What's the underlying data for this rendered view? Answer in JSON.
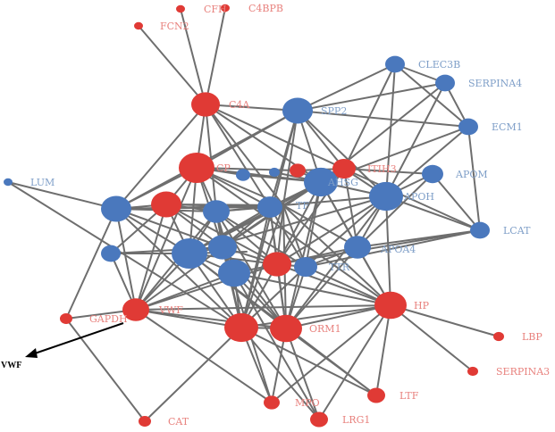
{
  "colors": {
    "up": "#e03a35",
    "down": "#4a78bd",
    "up_label": "#e8827e",
    "down_label": "#7f9fc8",
    "edge": "#6e6e6e"
  },
  "nodes": [
    {
      "id": "CFH",
      "label": "CFH",
      "group": "up"
    },
    {
      "id": "C4BPB",
      "label": "C4BPB",
      "group": "up"
    },
    {
      "id": "FCN2",
      "label": "FCN2",
      "group": "up"
    },
    {
      "id": "C4A",
      "label": "C4A",
      "group": "up"
    },
    {
      "id": "CLEC3B",
      "label": "CLEC3B",
      "group": "down"
    },
    {
      "id": "SERPINA4",
      "label": "SERPINA4",
      "group": "down"
    },
    {
      "id": "SPP2",
      "label": "SPP2",
      "group": "down"
    },
    {
      "id": "ECM1",
      "label": "ECM1",
      "group": "down"
    },
    {
      "id": "LUM",
      "label": "LUM",
      "group": "down"
    },
    {
      "id": "CP",
      "label": "CP",
      "group": "up"
    },
    {
      "id": "n_small1",
      "label": "",
      "group": "down"
    },
    {
      "id": "n_small2",
      "label": "",
      "group": "down"
    },
    {
      "id": "n_red_small",
      "label": "",
      "group": "up"
    },
    {
      "id": "ITIH3",
      "label": "ITIH3",
      "group": "up"
    },
    {
      "id": "AHSG",
      "label": "AHSG",
      "group": "down"
    },
    {
      "id": "APOM",
      "label": "APOM",
      "group": "down"
    },
    {
      "id": "APOH",
      "label": "APOH",
      "group": "down"
    },
    {
      "id": "LCAT",
      "label": "LCAT",
      "group": "down"
    },
    {
      "id": "n_left_blue",
      "label": "",
      "group": "down"
    },
    {
      "id": "n_red_left",
      "label": "",
      "group": "up"
    },
    {
      "id": "n_blue_b",
      "label": "",
      "group": "down"
    },
    {
      "id": "n_blue_c",
      "label": "",
      "group": "down"
    },
    {
      "id": "TF",
      "label": "TF",
      "group": "down"
    },
    {
      "id": "n_blue_e",
      "label": "",
      "group": "down"
    },
    {
      "id": "n_blue_f",
      "label": "",
      "group": "down"
    },
    {
      "id": "n_blue_g",
      "label": "",
      "group": "down"
    },
    {
      "id": "n_blue_h",
      "label": "",
      "group": "down"
    },
    {
      "id": "APOA4",
      "label": "APOA4",
      "group": "down"
    },
    {
      "id": "n_red_mid",
      "label": "",
      "group": "up"
    },
    {
      "id": "TTR",
      "label": "TTR",
      "group": "down"
    },
    {
      "id": "n_blue_i",
      "label": "",
      "group": "down"
    },
    {
      "id": "GAPDH",
      "label": "GAPDH",
      "group": "up"
    },
    {
      "id": "VWF",
      "label": "VWF",
      "group": "up"
    },
    {
      "id": "HP",
      "label": "HP",
      "group": "up"
    },
    {
      "id": "n_red_big1",
      "label": "",
      "group": "up"
    },
    {
      "id": "ORM1",
      "label": "ORM1",
      "group": "up"
    },
    {
      "id": "LBP",
      "label": "LBP",
      "group": "up"
    },
    {
      "id": "SERPINA3",
      "label": "SERPINA3",
      "group": "up"
    },
    {
      "id": "LTF",
      "label": "LTF",
      "group": "up"
    },
    {
      "id": "MPO",
      "label": "MPO",
      "group": "up"
    },
    {
      "id": "LRG1",
      "label": "LRG1",
      "group": "up"
    },
    {
      "id": "CAT",
      "label": "CAT",
      "group": "up"
    }
  ],
  "edges": [
    [
      "CFH",
      "C4A"
    ],
    [
      "C4BPB",
      "C4A"
    ],
    [
      "FCN2",
      "C4A"
    ],
    [
      "C4A",
      "SPP2"
    ],
    [
      "C4A",
      "CP"
    ],
    [
      "C4A",
      "n_left_blue"
    ],
    [
      "C4A",
      "n_blue_b"
    ],
    [
      "C4A",
      "AHSG"
    ],
    [
      "C4A",
      "n_blue_c"
    ],
    [
      "C4A",
      "TF"
    ],
    [
      "C4A",
      "ITIH3"
    ],
    [
      "CLEC3B",
      "SERPINA4"
    ],
    [
      "CLEC3B",
      "SPP2"
    ],
    [
      "CLEC3B",
      "ECM1"
    ],
    [
      "CLEC3B",
      "ITIH3"
    ],
    [
      "CLEC3B",
      "APOH"
    ],
    [
      "SERPINA4",
      "SPP2"
    ],
    [
      "SERPINA4",
      "ECM1"
    ],
    [
      "SERPINA4",
      "APOH"
    ],
    [
      "SERPINA4",
      "AHSG"
    ],
    [
      "ECM1",
      "SPP2"
    ],
    [
      "ECM1",
      "APOH"
    ],
    [
      "ECM1",
      "LCAT"
    ],
    [
      "ECM1",
      "AHSG"
    ],
    [
      "SPP2",
      "CP"
    ],
    [
      "SPP2",
      "AHSG"
    ],
    [
      "SPP2",
      "ITIH3"
    ],
    [
      "SPP2",
      "n_left_blue"
    ],
    [
      "SPP2",
      "n_blue_c"
    ],
    [
      "SPP2",
      "TF"
    ],
    [
      "SPP2",
      "APOH"
    ],
    [
      "SPP2",
      "n_red_big1"
    ],
    [
      "LUM",
      "n_left_blue"
    ],
    [
      "LUM",
      "n_red_big1"
    ],
    [
      "CP",
      "n_left_blue"
    ],
    [
      "CP",
      "n_red_left"
    ],
    [
      "CP",
      "n_blue_b"
    ],
    [
      "CP",
      "n_blue_c"
    ],
    [
      "CP",
      "TF"
    ],
    [
      "CP",
      "AHSG"
    ],
    [
      "CP",
      "n_small1"
    ],
    [
      "CP",
      "n_red_small"
    ],
    [
      "CP",
      "n_blue_e"
    ],
    [
      "CP",
      "n_blue_f"
    ],
    [
      "CP",
      "HP"
    ],
    [
      "CP",
      "VWF"
    ],
    [
      "n_small1",
      "AHSG"
    ],
    [
      "n_small2",
      "AHSG"
    ],
    [
      "n_red_small",
      "AHSG"
    ],
    [
      "n_red_small",
      "ITIH3"
    ],
    [
      "ITIH3",
      "AHSG"
    ],
    [
      "ITIH3",
      "APOH"
    ],
    [
      "ITIH3",
      "APOM"
    ],
    [
      "ITIH3",
      "TF"
    ],
    [
      "ITIH3",
      "n_red_mid"
    ],
    [
      "ITIH3",
      "APOA4"
    ],
    [
      "ITIH3",
      "LCAT"
    ],
    [
      "AHSG",
      "APOH"
    ],
    [
      "AHSG",
      "TF"
    ],
    [
      "AHSG",
      "n_blue_e"
    ],
    [
      "AHSG",
      "n_red_mid"
    ],
    [
      "AHSG",
      "TTR"
    ],
    [
      "AHSG",
      "APOA4"
    ],
    [
      "AHSG",
      "n_blue_c"
    ],
    [
      "AHSG",
      "n_blue_f"
    ],
    [
      "AHSG",
      "ORM1"
    ],
    [
      "AHSG",
      "HP"
    ],
    [
      "APOM",
      "APOH"
    ],
    [
      "APOM",
      "LCAT"
    ],
    [
      "APOM",
      "APOA4"
    ],
    [
      "APOH",
      "LCAT"
    ],
    [
      "APOH",
      "APOA4"
    ],
    [
      "APOH",
      "TTR"
    ],
    [
      "APOH",
      "n_red_mid"
    ],
    [
      "APOH",
      "TF"
    ],
    [
      "APOH",
      "HP"
    ],
    [
      "APOH",
      "n_blue_e"
    ],
    [
      "APOH",
      "ORM1"
    ],
    [
      "LCAT",
      "APOA4"
    ],
    [
      "LCAT",
      "TTR"
    ],
    [
      "LCAT",
      "n_red_mid"
    ],
    [
      "n_left_blue",
      "n_red_left"
    ],
    [
      "n_left_blue",
      "n_blue_b"
    ],
    [
      "n_left_blue",
      "n_blue_c"
    ],
    [
      "n_left_blue",
      "n_blue_e"
    ],
    [
      "n_left_blue",
      "n_blue_f"
    ],
    [
      "n_left_blue",
      "VWF"
    ],
    [
      "n_left_blue",
      "GAPDH"
    ],
    [
      "n_left_blue",
      "n_red_big1"
    ],
    [
      "n_left_blue",
      "TF"
    ],
    [
      "n_red_left",
      "n_blue_b"
    ],
    [
      "n_red_left",
      "n_blue_c"
    ],
    [
      "n_red_left",
      "n_blue_e"
    ],
    [
      "n_red_left",
      "n_blue_f"
    ],
    [
      "n_red_left",
      "n_blue_g"
    ],
    [
      "n_red_left",
      "VWF"
    ],
    [
      "n_red_left",
      "TF"
    ],
    [
      "n_red_left",
      "n_red_mid"
    ],
    [
      "n_blue_b",
      "n_blue_c"
    ],
    [
      "n_blue_b",
      "TF"
    ],
    [
      "n_blue_b",
      "n_blue_e"
    ],
    [
      "n_blue_b",
      "n_blue_f"
    ],
    [
      "n_blue_b",
      "n_blue_h"
    ],
    [
      "n_blue_b",
      "n_red_mid"
    ],
    [
      "n_blue_b",
      "VWF"
    ],
    [
      "n_blue_b",
      "n_red_big1"
    ],
    [
      "n_blue_b",
      "ORM1"
    ],
    [
      "n_blue_b",
      "TTR"
    ],
    [
      "n_blue_c",
      "TF"
    ],
    [
      "n_blue_c",
      "n_blue_e"
    ],
    [
      "n_blue_c",
      "n_blue_f"
    ],
    [
      "n_blue_c",
      "n_red_mid"
    ],
    [
      "n_blue_c",
      "ORM1"
    ],
    [
      "n_blue_c",
      "n_red_big1"
    ],
    [
      "n_blue_c",
      "TTR"
    ],
    [
      "TF",
      "n_red_mid"
    ],
    [
      "TF",
      "TTR"
    ],
    [
      "TF",
      "APOA4"
    ],
    [
      "TF",
      "n_blue_f"
    ],
    [
      "TF",
      "n_blue_e"
    ],
    [
      "TF",
      "ORM1"
    ],
    [
      "TF",
      "HP"
    ],
    [
      "TF",
      "n_red_big1"
    ],
    [
      "n_blue_e",
      "n_blue_f"
    ],
    [
      "n_blue_e",
      "n_red_mid"
    ],
    [
      "n_blue_e",
      "VWF"
    ],
    [
      "n_blue_e",
      "n_red_big1"
    ],
    [
      "n_blue_e",
      "ORM1"
    ],
    [
      "n_blue_e",
      "n_blue_h"
    ],
    [
      "n_blue_e",
      "n_blue_i"
    ],
    [
      "n_blue_f",
      "n_red_mid"
    ],
    [
      "n_blue_f",
      "n_blue_h"
    ],
    [
      "n_blue_f",
      "n_red_big1"
    ],
    [
      "n_blue_f",
      "ORM1"
    ],
    [
      "n_blue_f",
      "VWF"
    ],
    [
      "n_blue_g",
      "n_blue_e"
    ],
    [
      "n_blue_g",
      "VWF"
    ],
    [
      "n_blue_g",
      "n_blue_f"
    ],
    [
      "n_blue_h",
      "n_red_mid"
    ],
    [
      "n_blue_h",
      "VWF"
    ],
    [
      "n_blue_h",
      "n_red_big1"
    ],
    [
      "n_blue_h",
      "ORM1"
    ],
    [
      "n_blue_h",
      "HP"
    ],
    [
      "n_red_mid",
      "TTR"
    ],
    [
      "n_red_mid",
      "APOA4"
    ],
    [
      "n_red_mid",
      "ORM1"
    ],
    [
      "n_red_mid",
      "n_red_big1"
    ],
    [
      "n_red_mid",
      "HP"
    ],
    [
      "n_red_mid",
      "VWF"
    ],
    [
      "TTR",
      "APOA4"
    ],
    [
      "TTR",
      "HP"
    ],
    [
      "TTR",
      "ORM1"
    ],
    [
      "TTR",
      "n_red_big1"
    ],
    [
      "APOA4",
      "HP"
    ],
    [
      "APOA4",
      "ORM1"
    ],
    [
      "VWF",
      "GAPDH"
    ],
    [
      "VWF",
      "n_red_big1"
    ],
    [
      "VWF",
      "ORM1"
    ],
    [
      "VWF",
      "HP"
    ],
    [
      "VWF",
      "MPO"
    ],
    [
      "GAPDH",
      "CAT"
    ],
    [
      "HP",
      "ORM1"
    ],
    [
      "HP",
      "LBP"
    ],
    [
      "HP",
      "SERPINA3"
    ],
    [
      "HP",
      "LTF"
    ],
    [
      "HP",
      "n_red_big1"
    ],
    [
      "HP",
      "LRG1"
    ],
    [
      "HP",
      "MPO"
    ],
    [
      "n_red_big1",
      "ORM1"
    ],
    [
      "n_red_big1",
      "MPO"
    ],
    [
      "n_red_big1",
      "LTF"
    ],
    [
      "n_red_big1",
      "LRG1"
    ],
    [
      "n_red_big1",
      "CAT"
    ],
    [
      "ORM1",
      "MPO"
    ],
    [
      "ORM1",
      "LRG1"
    ],
    [
      "ORM1",
      "LTF"
    ],
    [
      "LTF",
      "n_blue_e"
    ],
    [
      "MPO",
      "n_blue_f"
    ],
    [
      "LRG1",
      "n_blue_h"
    ]
  ],
  "callout": {
    "text": "VWF"
  }
}
